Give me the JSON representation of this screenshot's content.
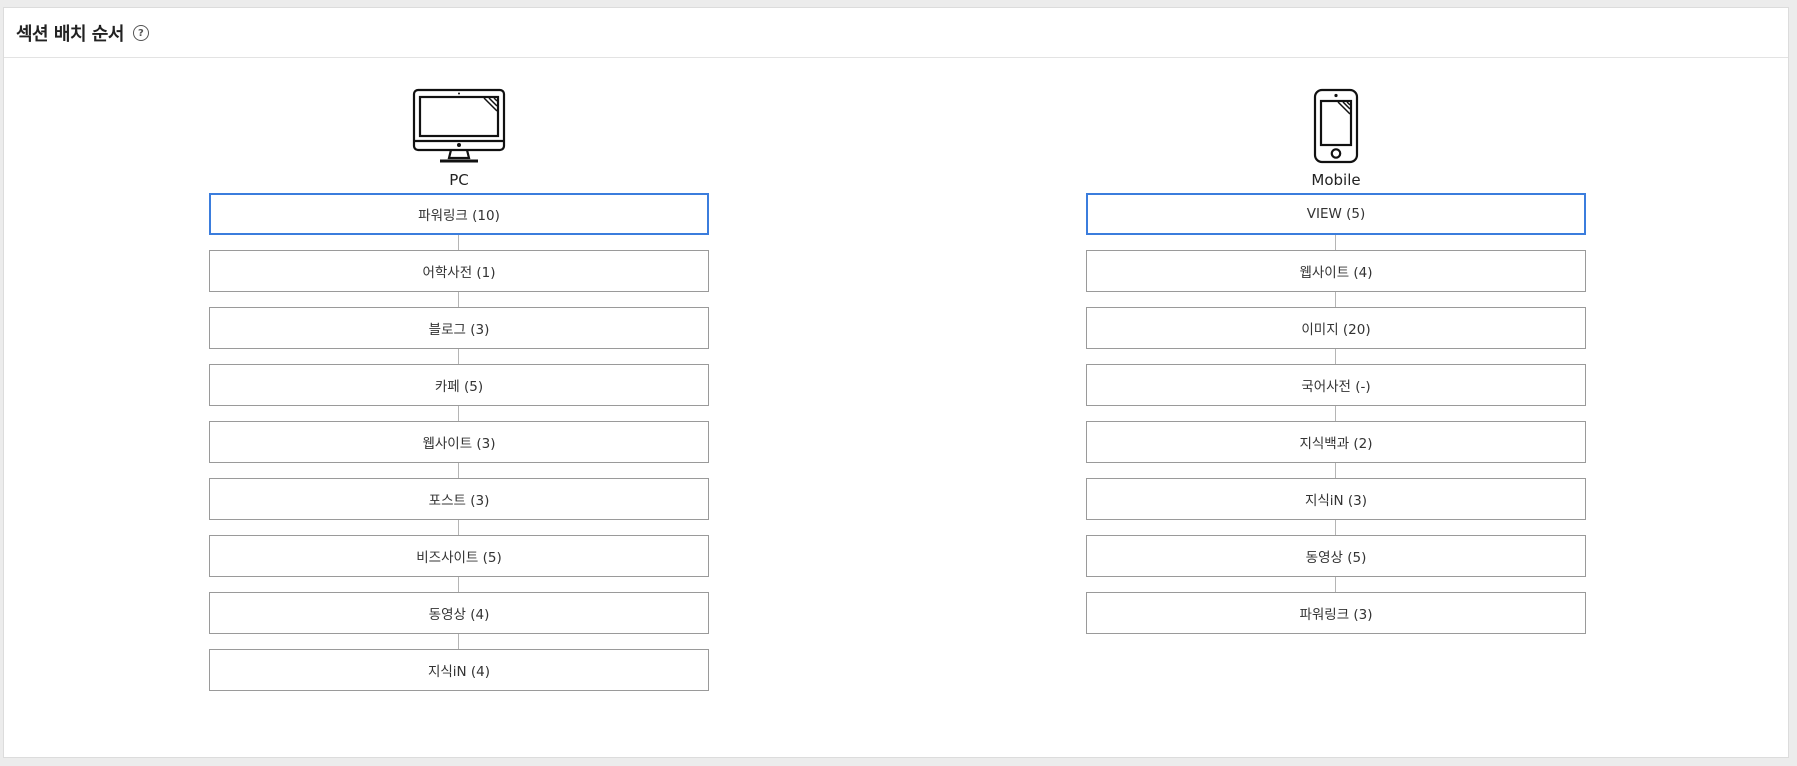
{
  "header": {
    "title": "섹션 배치 순서",
    "help_glyph": "?"
  },
  "pc": {
    "label": "PC",
    "icon": "monitor-icon",
    "items": [
      {
        "label": "파워링크 (10)",
        "active": true
      },
      {
        "label": "어학사전 (1)",
        "active": false
      },
      {
        "label": "블로그 (3)",
        "active": false
      },
      {
        "label": "카페 (5)",
        "active": false
      },
      {
        "label": "웹사이트 (3)",
        "active": false
      },
      {
        "label": "포스트 (3)",
        "active": false
      },
      {
        "label": "비즈사이트 (5)",
        "active": false
      },
      {
        "label": "동영상 (4)",
        "active": false
      },
      {
        "label": "지식iN (4)",
        "active": false
      }
    ]
  },
  "mobile": {
    "label": "Mobile",
    "icon": "smartphone-icon",
    "items": [
      {
        "label": "VIEW (5)",
        "active": true
      },
      {
        "label": "웹사이트 (4)",
        "active": false
      },
      {
        "label": "이미지 (20)",
        "active": false
      },
      {
        "label": "국어사전 (-)",
        "active": false
      },
      {
        "label": "지식백과 (2)",
        "active": false
      },
      {
        "label": "지식iN (3)",
        "active": false
      },
      {
        "label": "동영상 (5)",
        "active": false
      },
      {
        "label": "파워링크 (3)",
        "active": false
      }
    ]
  },
  "colors": {
    "active_border": "#3b7ddd",
    "item_border": "#9a9a9a",
    "connector": "#b5b5b5"
  }
}
